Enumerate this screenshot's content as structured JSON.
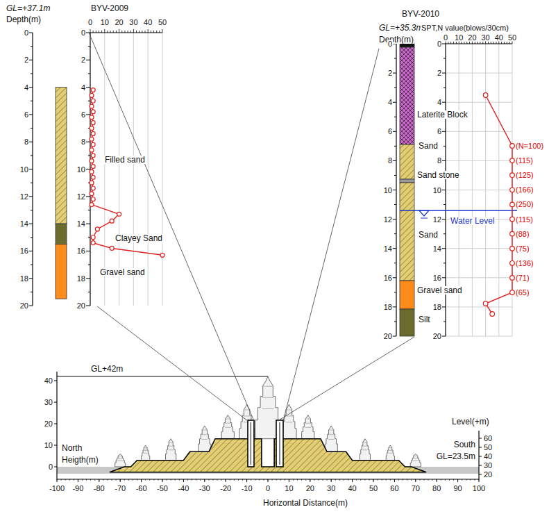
{
  "diagram": {
    "labels": [
      "GL=+37.1m",
      "Depth(m)",
      "BYV-2009",
      "0",
      "2",
      "4",
      "6",
      "8",
      "10",
      "12",
      "14",
      "16",
      "18",
      "20",
      "0",
      "2",
      "4",
      "6",
      "8",
      "10",
      "12",
      "14",
      "16",
      "18",
      "20",
      "0",
      "10",
      "20",
      "30",
      "40",
      "50",
      "Filled sand",
      "Clayey Sand",
      "Gravel sand",
      "BYV-2010",
      "GL=+35.3m",
      "SPT,N value(blows/30cm)",
      "Depth(m)",
      "0",
      "10",
      "20",
      "30",
      "40",
      "50",
      "0",
      "2",
      "4",
      "6",
      "8",
      "10",
      "12",
      "14",
      "16",
      "18",
      "20",
      "0",
      "2",
      "4",
      "6",
      "8",
      "10",
      "12",
      "14",
      "16",
      "18",
      "20",
      "Laterite Block",
      "Sand",
      "Sand stone",
      "Sand",
      "Water Level",
      "Gravel sand",
      "Silt",
      "(N=100)",
      "(115)",
      "(125)",
      "(166)",
      "(250)",
      "(115)",
      "(88)",
      "(75)",
      "(136)",
      "(71)",
      "(65)",
      "GL+42m",
      "North",
      "Heigth(m)",
      "Level(+m)",
      "South",
      "GL=23.5m",
      "Horizontal Distance(m)",
      "-100",
      "-90",
      "-80",
      "-70",
      "-60",
      "-50",
      "-40",
      "-30",
      "-20",
      "-10",
      "0",
      "10",
      "20",
      "30",
      "40",
      "50",
      "60",
      "70",
      "80",
      "90",
      "100",
      "0",
      "10",
      "20",
      "30",
      "40",
      "60",
      "50",
      "40",
      "30",
      "20"
    ]
  }
}
